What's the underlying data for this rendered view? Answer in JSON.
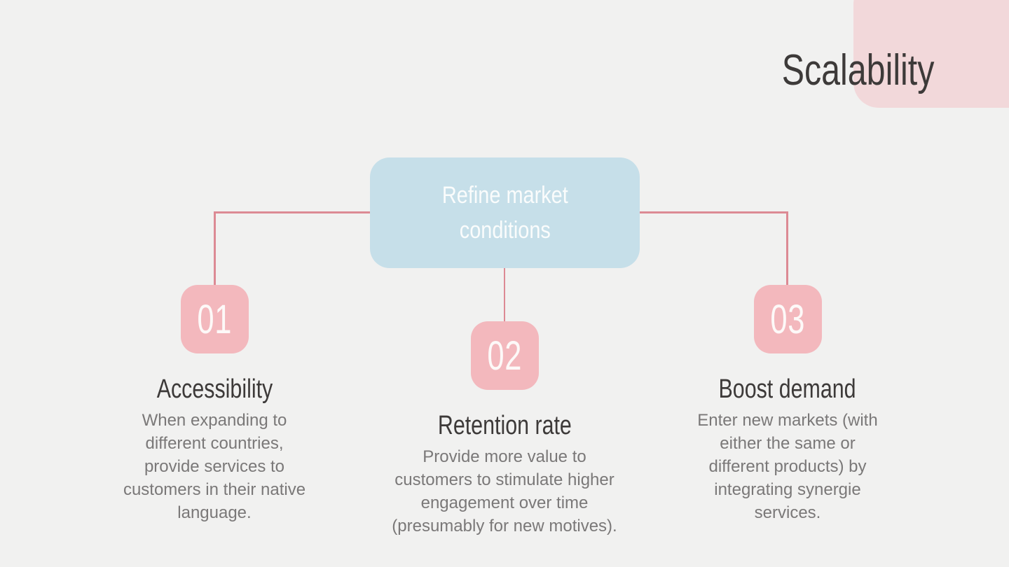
{
  "slide": {
    "title": "Scalability",
    "background_color": "#f1f1f0",
    "decor": {
      "header_block_color": "#f2d8da"
    },
    "connector_color": "#dc8a94",
    "root_node": {
      "label_lines": [
        "Refine market",
        "conditions"
      ],
      "fill_color": "#c6dfe9",
      "text_color": "#fafcfc"
    },
    "number_box_color": "#f3b8bd",
    "heading_color": "#3d3a39",
    "description_color": "#7a7878",
    "items": [
      {
        "number": "01",
        "heading": "Accessibility",
        "description_lines": [
          "When expanding to",
          "different countries,",
          "provide services to",
          "customers in their native",
          "language."
        ]
      },
      {
        "number": "02",
        "heading": "Retention rate",
        "description_lines": [
          "Provide more value to",
          "customers to stimulate higher",
          "engagement over time",
          "(presumably for new motives)."
        ]
      },
      {
        "number": "03",
        "heading": "Boost demand",
        "description_lines": [
          "Enter new markets (with",
          "either the same or",
          "different products) by",
          "integrating synergie",
          "services."
        ]
      }
    ]
  }
}
